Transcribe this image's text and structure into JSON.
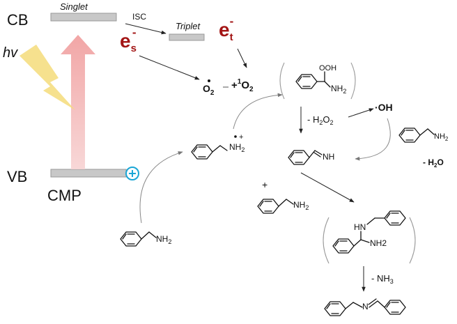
{
  "band": {
    "cb_label": "CB",
    "vb_label": "VB",
    "singlet_label": "Singlet",
    "triplet_label": "Triplet",
    "isc_label": "ISC",
    "material_label": "CMP",
    "light_label": "hv"
  },
  "electrons": {
    "singlet_symbol": "e",
    "singlet_sub": "s",
    "triplet_symbol": "e",
    "triplet_sub": "t",
    "charge": "-"
  },
  "species": {
    "superoxide_o": "O",
    "superoxide_sub": "2",
    "singlet_o2_plus": "+",
    "singlet_o2_sup": "1",
    "singlet_o2": "O",
    "singlet_o2_sub": "2",
    "hydroxyl_radical": "·OH",
    "radical_cation_nh": "NH",
    "radical_cation_sub": "2",
    "radical_cation_plus": "+",
    "hydroperoxide_group": "OOH",
    "amine_nh": "NH",
    "amine_sub": "2",
    "imine_nh": "NH",
    "aminal_hn": "HN",
    "aminal_nh2": "NH2",
    "product_n": "N",
    "plus_sign": "+"
  },
  "steps": {
    "minus_h2o2": "- H",
    "minus_h2o2_sub": "2",
    "minus_h2o2_tail": "O",
    "minus_h2o2_sub2": "2",
    "minus_h2o": "- H",
    "minus_h2o_sub": "2",
    "minus_h2o_tail": "O",
    "minus_nh3": "- NH",
    "minus_nh3_sub": "3"
  },
  "colors": {
    "electron_red": "#a31515",
    "hole_blue": "#1aa6d6",
    "band_gray": "#c8c8c8",
    "excitation_arrow": "#f2b8b8",
    "light_yellow": "#f5dc7a"
  }
}
